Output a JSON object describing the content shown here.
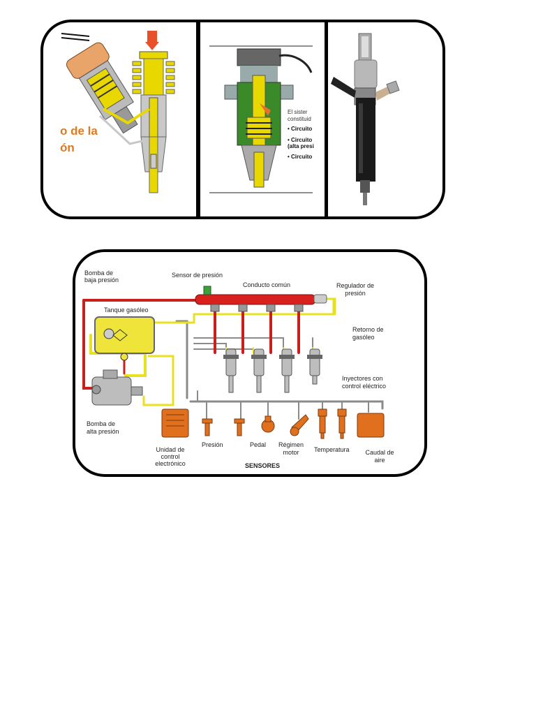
{
  "top_panel": {
    "left_fragment": {
      "line1": "o de la",
      "line2": "ón"
    },
    "middle_text": {
      "line1": "El  sister",
      "line2": "constituid",
      "bullet1": "• Circuito",
      "bullet2a": "• Circuito",
      "bullet2b": "(alta presi",
      "bullet3": "• Circuito"
    }
  },
  "diagram": {
    "labels": {
      "low_pump": [
        "Bomba de",
        "baja presión"
      ],
      "pressure_sensor": "Sensor de presión",
      "common_rail": "Conducto común",
      "regulator": [
        "Regulador de",
        "presión"
      ],
      "tank": "Tanque gasóleo",
      "return": [
        "Retorno de",
        "gasóleo"
      ],
      "injectors": [
        "Inyectores con",
        "control eléctrico"
      ],
      "high_pump": [
        "Bomba de",
        "alta presión"
      ],
      "ecu": [
        "Unidad de",
        "control",
        "electrónico"
      ],
      "sensor_pressure": "Presión",
      "sensor_pedal": "Pedal",
      "sensor_rpm": [
        "Régimen",
        "motor"
      ],
      "sensor_temp": "Temperatura",
      "sensor_air": [
        "Caudal de",
        "aire"
      ],
      "sensors_title": "SENSORES"
    },
    "colors": {
      "high_pressure": "#c8201c",
      "low_pressure": "#e8e020",
      "components": "#e0701e",
      "wiring": "#8a8a8a"
    }
  },
  "icons": [
    "unit-injector-cutaway",
    "pump-injector-cutaway",
    "electronic-injector",
    "common-rail-system"
  ]
}
